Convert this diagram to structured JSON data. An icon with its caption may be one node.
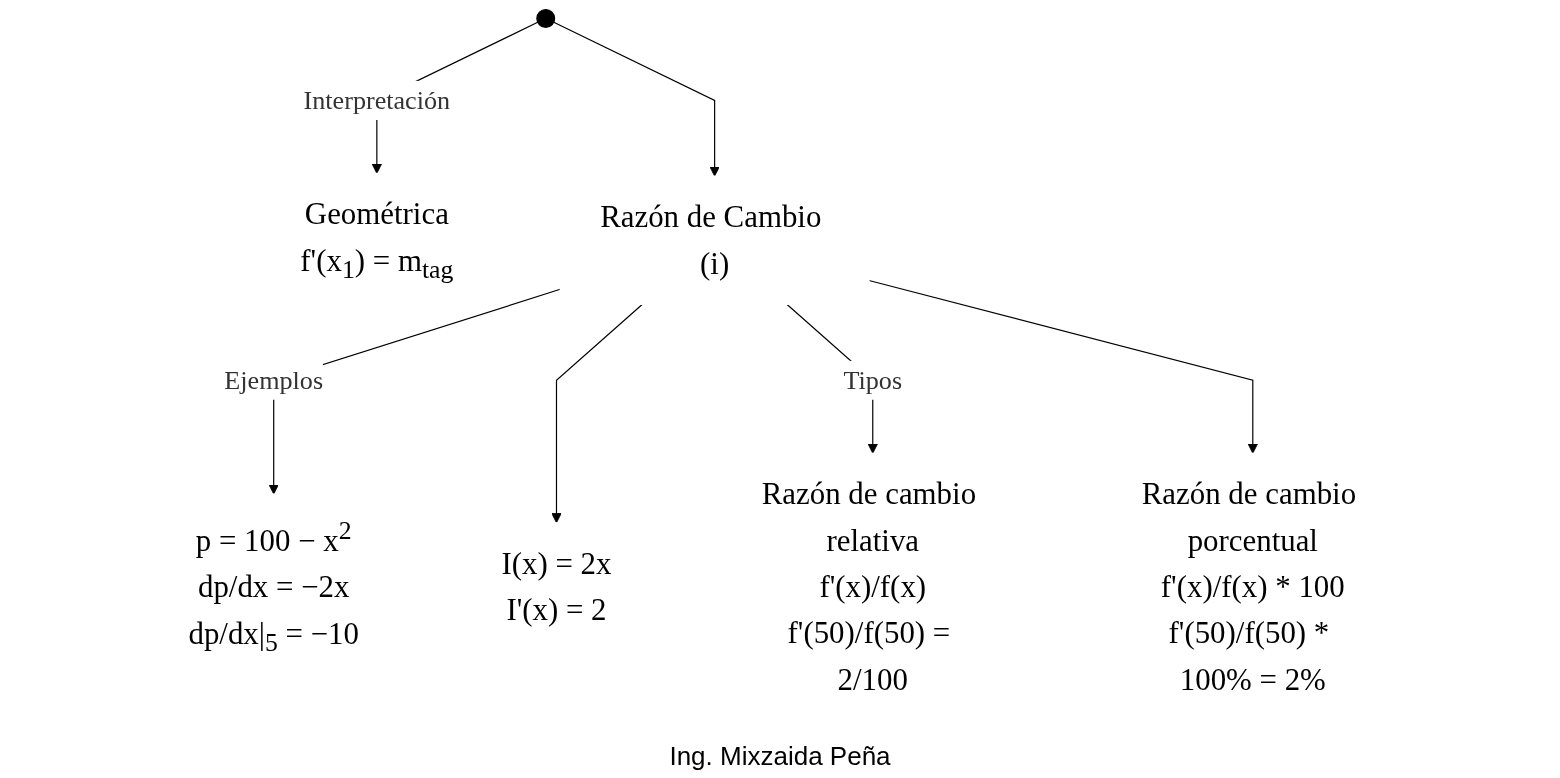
{
  "diagram": {
    "nodes": [
      {
        "text": [
          "Geométrica",
          "f'(x$_{1}$) = m$_{tag}$"
        ]
      },
      {
        "text": [
          "Razón de Cambio (i)"
        ]
      },
      {
        "text": [
          "p = 100 − x$^{2}$",
          "dp/dx = −2x",
          "dp/dx|$_{5}$ = −10"
        ]
      },
      {
        "text": [
          "I(x) = 2x",
          "I'(x) = 2"
        ]
      },
      {
        "text": [
          "Razón de cambio relativa",
          "f'(x)/f(x)",
          "f'(50)/f(50) = 2/100"
        ]
      },
      {
        "text": [
          "Razón de cambio porcentual",
          "f'(x)/f(x) * 100",
          "f'(50)/f(50) * 100% = 2%"
        ]
      }
    ],
    "edges": [
      {
        "from": null,
        "to": 0,
        "arrow": "to",
        "label": "Interpretación"
      },
      {
        "from": null,
        "to": 1,
        "arrow": "to"
      },
      {
        "from": 1,
        "to": 2,
        "arrow": "to",
        "label": "Ejemplos"
      },
      {
        "from": 1,
        "to": 3,
        "arrow": "to"
      },
      {
        "from": 1,
        "to": 4,
        "arrow": "to",
        "label": "Tipos"
      },
      {
        "from": 1,
        "to": 5,
        "arrow": "to"
      }
    ],
    "labels": [
      "Ing. Mixzaida Peña"
    ]
  }
}
